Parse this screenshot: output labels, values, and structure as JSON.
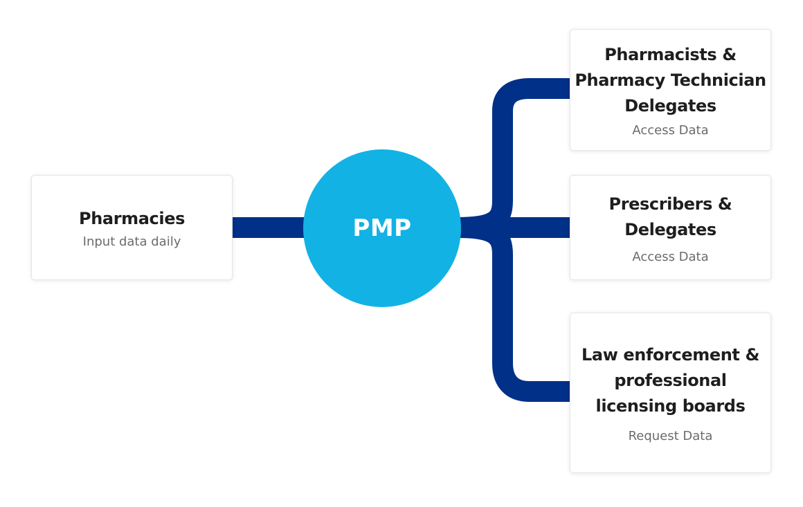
{
  "colors": {
    "hub": "#13b2e5",
    "connector": "#003087",
    "card_border": "#e4e6ea",
    "title_text": "#1e1e1e",
    "subtitle_text": "#6b6b6b"
  },
  "hub": {
    "label": "PMP"
  },
  "source": {
    "title": "Pharmacies",
    "subtitle": "Input data daily"
  },
  "recipients": [
    {
      "title": "Pharmacists &\nPharmacy Technician\nDelegates",
      "subtitle": "Access Data"
    },
    {
      "title": "Prescribers &\nDelegates",
      "subtitle": "Access Data"
    },
    {
      "title": "Law enforcement &\nprofessional\nlicensing boards",
      "subtitle": "Request Data"
    }
  ]
}
